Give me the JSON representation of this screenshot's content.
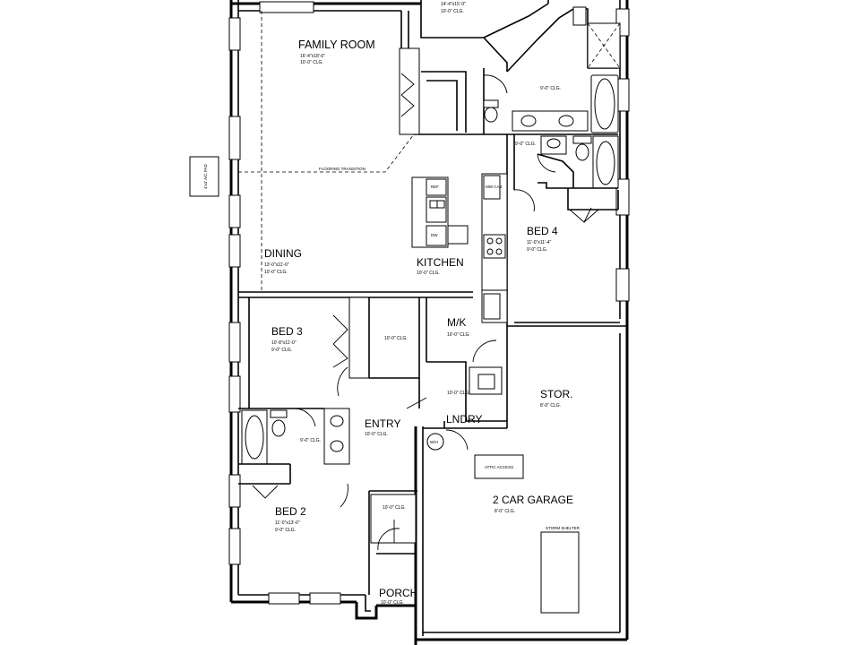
{
  "rooms": {
    "family_room": {
      "name": "FAMILY ROOM",
      "size": "16'-4\"x18'-0\"",
      "clg": "10'-0\" CLG."
    },
    "master": {
      "size": "14'-4\"x15'-0\"",
      "clg": "10'-0\" CLG."
    },
    "master_bath": {
      "clg": "9'-0\" CLG."
    },
    "bath_upper": {
      "clg": "9'-0\" CLG."
    },
    "dining": {
      "name": "DINING",
      "size": "13'-0\"x11'-0\"",
      "clg": "10'-0\" CLG."
    },
    "kitchen": {
      "name": "KITCHEN",
      "clg": "10'-0\" CLG."
    },
    "bed4": {
      "name": "BED 4",
      "size": "11'-0\"x11'-4\"",
      "clg": "9'-0\" CLG."
    },
    "bed3": {
      "name": "BED 3",
      "size": "10'-8\"x11'-0\"",
      "clg": "9'-0\" CLG."
    },
    "hall": {
      "clg": "10'-0\" CLG."
    },
    "mk": {
      "name": "M/K",
      "clg": "10'-0\" CLG."
    },
    "laundry": {
      "name": "LNDRY",
      "clg": "10'-0\" CLG."
    },
    "stor": {
      "name": "STOR.",
      "clg": "8'-0\" CLG."
    },
    "entry": {
      "name": "ENTRY",
      "clg": "10'-0\" CLG."
    },
    "bath2": {
      "clg": "9'-0\" CLG."
    },
    "bed2": {
      "name": "BED 2",
      "size": "11'-0\"x13'-0\"",
      "clg": "9'-0\" CLG."
    },
    "foyer_closet": {
      "clg": "10'-0\" CLG."
    },
    "porch": {
      "name": "PORCH",
      "clg": "10'-0\" CLG."
    },
    "garage": {
      "name": "2 CAR GARAGE",
      "clg": "8'-0\" CLG."
    }
  },
  "labels": {
    "ac_pad": "4'x4' A/C PAD",
    "flooring_transition": "FLOORING TRANSITION",
    "attic_access": "ATTIC ACCESS",
    "storm_shelter": "STORM SHELTER",
    "wh": "W/H",
    "mw_cab": "MW CAB",
    "dw": "DW",
    "ref": "REF"
  }
}
